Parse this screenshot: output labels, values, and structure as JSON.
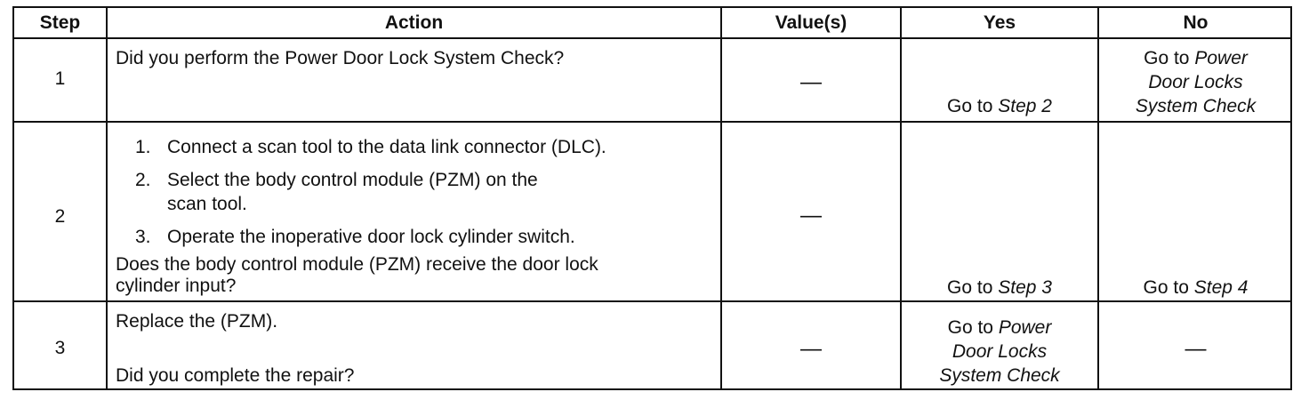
{
  "headers": {
    "step": "Step",
    "action": "Action",
    "values": "Value(s)",
    "yes": "Yes",
    "no": "No"
  },
  "rows": [
    {
      "step": "1",
      "question": "Did you perform the Power Door Lock System Check?",
      "value": "—",
      "yes_prefix": "Go to",
      "yes_link": "Step 2",
      "no_prefix": "Go to",
      "no_link_1": "Power",
      "no_link_2": "Door Locks",
      "no_link_3": "System Check"
    },
    {
      "step": "2",
      "steps": [
        {
          "num": "1.",
          "text": "Connect a scan tool to the data link connector (DLC)."
        },
        {
          "num": "2.",
          "text_1": "Select the body control module (PZM) on the",
          "text_2": "scan tool."
        },
        {
          "num": "3.",
          "text": "Operate the inoperative door lock cylinder switch."
        }
      ],
      "question_1": "Does the body control module (PZM) receive the door lock",
      "question_2": "cylinder input?",
      "value": "—",
      "yes_prefix": "Go to",
      "yes_link": "Step 3",
      "no_prefix": "Go to",
      "no_link": "Step 4"
    },
    {
      "step": "3",
      "instruction": "Replace the (PZM).",
      "question": "Did you complete the repair?",
      "value": "—",
      "yes_link_1": "Go to Power",
      "yes_link_2": "Door Locks",
      "yes_link_3": "System Check",
      "no_value": "—"
    }
  ]
}
